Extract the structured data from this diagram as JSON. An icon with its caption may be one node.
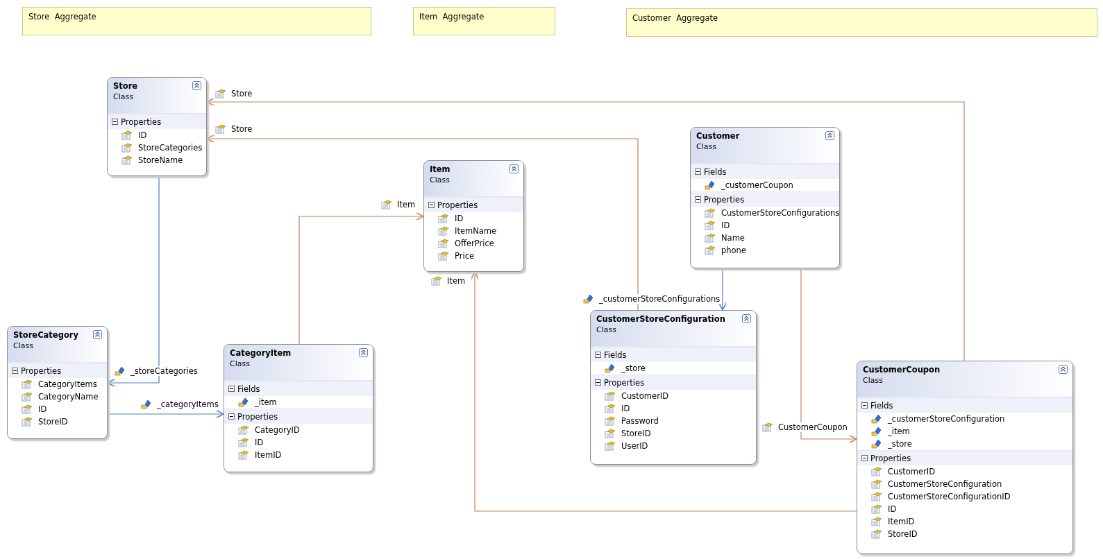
{
  "diagram": {
    "nodes": [
      {
        "text": [
          "Store  Aggregate"
        ]
      },
      {
        "text": [
          "Item  Aggregate"
        ]
      },
      {
        "text": [
          "Customer  Aggregate"
        ]
      },
      {
        "text": [
          "Store",
          "Class"
        ]
      },
      {
        "text": [
          "Properties",
          "ID",
          "StoreCategories",
          "StoreName"
        ],
        "in": 3
      },
      {
        "text": [
          "Item",
          "Class"
        ]
      },
      {
        "text": [
          "Properties",
          "ID",
          "ItemName",
          "OfferPrice",
          "Price"
        ],
        "in": 5
      },
      {
        "text": [
          "Customer",
          "Class"
        ]
      },
      {
        "text": [
          "Fields",
          "_customerCoupon"
        ],
        "in": 7
      },
      {
        "text": [
          "Properties",
          "CustomerStoreConfigurations",
          "ID",
          "Name",
          "phone"
        ],
        "in": 7
      },
      {
        "text": [
          "StoreCategory",
          "Class"
        ]
      },
      {
        "text": [
          "Properties",
          "CategoryItems",
          "CategoryName",
          "ID",
          "StoreID"
        ],
        "in": 10
      },
      {
        "text": [
          "CategoryItem",
          "Class"
        ]
      },
      {
        "text": [
          "Fields",
          "_item"
        ],
        "in": 12
      },
      {
        "text": [
          "Properties",
          "CategoryID",
          "ID",
          "ItemID"
        ],
        "in": 12
      },
      {
        "text": [
          "CustomerStoreConfiguration",
          "Class"
        ]
      },
      {
        "text": [
          "Fields",
          "_store"
        ],
        "in": 15
      },
      {
        "text": [
          "Properties",
          "CustomerID",
          "ID",
          "Password",
          "StoreID",
          "UserID"
        ],
        "in": 15
      },
      {
        "text": [
          "CustomerCoupon",
          "Class"
        ]
      },
      {
        "text": [
          "Fields",
          "_customerStoreConfiguration",
          "_item",
          "_store"
        ],
        "in": 18
      },
      {
        "text": [
          "Properties",
          "CustomerID",
          "CustomerStoreConfiguration",
          "CustomerStoreConfigurationID",
          "ID",
          "ItemID",
          "StoreID"
        ],
        "in": 18
      }
    ],
    "edges": [
      {
        "from": 18,
        "to": 3,
        "arrow": "to",
        "label": "Store"
      },
      {
        "from": 15,
        "to": 3,
        "arrow": "to",
        "label": "Store"
      },
      {
        "from": 12,
        "to": 5,
        "arrow": "to",
        "label": "Item"
      },
      {
        "from": 18,
        "to": 5,
        "arrow": "to",
        "label": "Item"
      },
      {
        "from": 3,
        "to": 10,
        "arrow": "to",
        "label": "_storeCategories",
        "color": "#4a7ebb"
      },
      {
        "from": 10,
        "to": 12,
        "arrow": "to",
        "label": "_categoryItems",
        "color": "#4a7ebb"
      },
      {
        "from": 7,
        "to": 15,
        "arrow": "to",
        "label": "_customerStoreConfigurations",
        "color": "#4a7ebb"
      },
      {
        "from": 7,
        "to": 18,
        "arrow": "to",
        "label": "CustomerCoupon"
      }
    ]
  }
}
